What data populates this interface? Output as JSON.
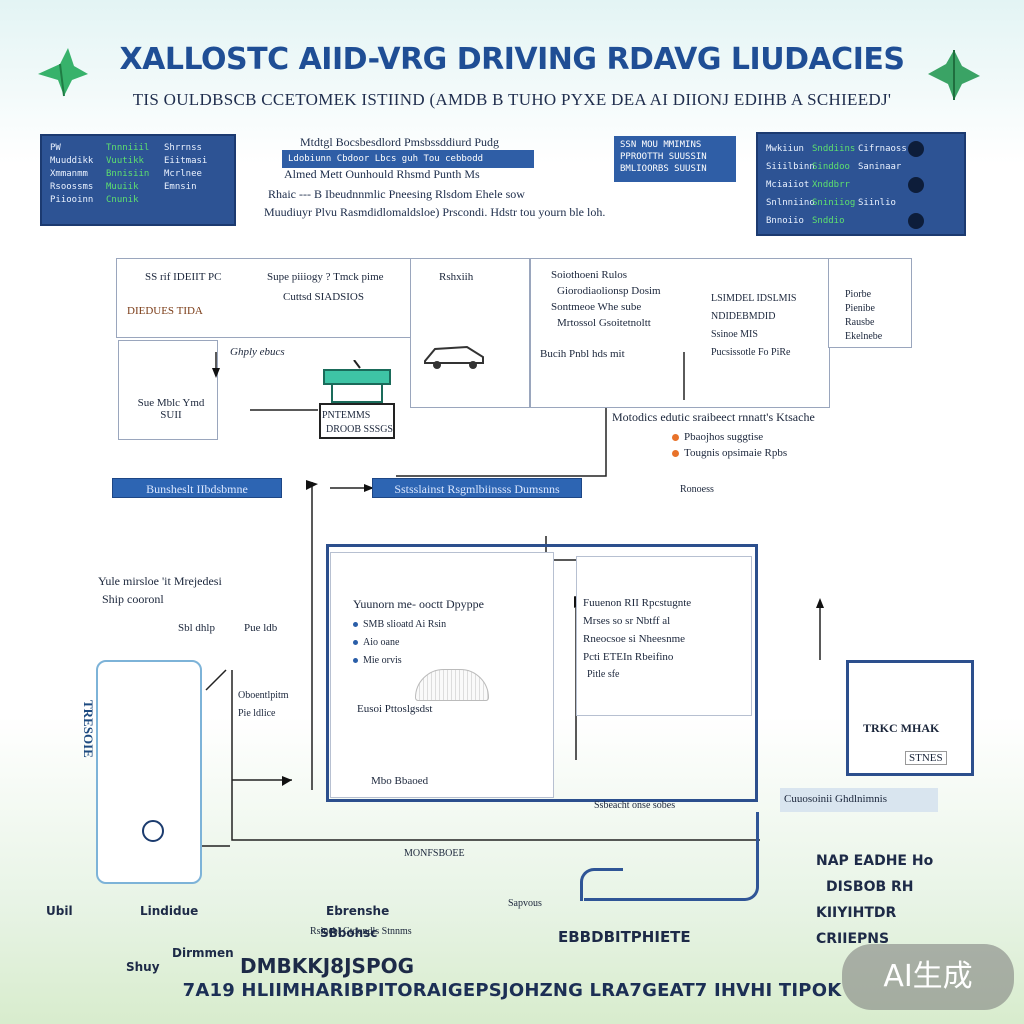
{
  "header": {
    "title": "XALLOSTC AIID-VRG DRIVING RDAVG LIUDACIES",
    "subtitle": "TIS OULDBSCB CCETOMEK ISTIIND (AMDB B TUHO PYXE DEA AI DIIONJ EDIHB A SCHIEEDJ'"
  },
  "top_panels": {
    "left": {
      "rows": [
        [
          "PW",
          "Tnnniiil",
          "Shrrnss"
        ],
        [
          "Muuddikk",
          "Vuutikk",
          "Eiitmasi"
        ],
        [
          "Xmmanmm",
          "Bnnisiin",
          "Mcrlnee"
        ],
        [
          "Rsoossms",
          "Muuiik",
          "Emnsin"
        ],
        [
          "Piiooinn",
          "Cnunik",
          ""
        ]
      ]
    },
    "center": {
      "bar1": "Mtdtgl Bocsbesdlord Pmsbssddiurd Pudg",
      "bar2": "Ldobiunn Cbdoor Lbcs guh Tou cebbodd",
      "bar3": "Almed  Mett Ounhould Rhsmd  Punth Ms",
      "line1": "Rhaic  ---   B Ibeudnnmlic  Pneesing Rlsdom  Ehele sow",
      "line2": "Muudiuyr Plvu  Rasmdidlomaldsloe) Prscondi. Hdstr  tou yourn  ble   loh."
    },
    "center_right": {
      "rows": [
        "SSN MOU MMIMINS",
        "PPROOTTH SUUSSIN",
        "BMLIOORBS SUUSIN"
      ]
    },
    "right": {
      "rows": [
        [
          "Mwkiiun",
          "Snddiins",
          "Cifrnaoss"
        ],
        [
          "Siiilbinn",
          "Sinddoo",
          "Saninaar"
        ],
        [
          "Mciaiiot",
          "Xnddbrr",
          ""
        ],
        [
          "Snlnniino",
          "Sniniiog",
          "Siinlio"
        ],
        [
          "Bnnoiio",
          "Snddio",
          ""
        ]
      ]
    }
  },
  "upper_flow": {
    "box1": {
      "line1": "SS rif IDEIIT PC",
      "line2": "DIEDUES TIDA",
      "tag": "Sue Mblc  Ymd SUII"
    },
    "box2": {
      "line1": "Supe piiiogy ? Tmck pime",
      "line2": "Cuttsd  SIADSIOS"
    },
    "box3": {
      "line1": "Rshxiih"
    },
    "box4": {
      "lines": [
        "Soiothoeni Rulos",
        "Giorodiaolionsp Dosim",
        "Sontmeoe   Whe sube",
        "Mrtossol   Gsoitetnoltt"
      ]
    },
    "box5": {
      "lines": [
        "LSIMDEL IDSLMIS",
        "NDIDEBMDID",
        "Ssinoe MIS",
        "Pucsissotle Fo PiRe"
      ]
    },
    "box6": {
      "lines": [
        "Piorbe",
        "Pienibe",
        "Rausbe",
        "Ekelnebe"
      ]
    },
    "arrow_label_1": "Ghply ebucs",
    "station": {
      "line1": "PNTEMMS",
      "line2": "DROOB SSSGS"
    },
    "mid_label": "Bucih Pnbl  hds mit",
    "legend": {
      "title": "Motodics  edutic   sraibeect  rnnatt's  Ktsache",
      "items": [
        "Pbaojhos suggtise",
        "Tougnis opsimaie  Rpbs"
      ],
      "colors": [
        "#e8722a",
        "#e8722a"
      ]
    },
    "note": "Ronoess"
  },
  "banners": {
    "left": "Bunsheslt IIbdsbmne",
    "right": "Sstsslainst Rsgmlbiinsss Dumsnns"
  },
  "lower_flow": {
    "caption1": "Yule mirsloe  'it Mrejedesi",
    "caption2": "Ship  cooronl",
    "col_a": "Sbl dhlp",
    "col_b": "Pue ldb",
    "side_note1": "Oboentlpitm",
    "side_note2": "Pie ldlice",
    "main_box": {
      "title": "Yuunorn me-   ooctt  Dpyppe",
      "items": [
        "SMB slioatd Ai  Rsin",
        "Aio oane",
        "Mie orvis"
      ],
      "bottom": "Eusoi  Pttoslgsdst",
      "footer": "Mbo  Bbaoed"
    },
    "right_box": {
      "items": [
        "Fuuenon  RII Rpcstugnte",
        "Mrses so sr Nbtff al",
        "Rneocsoe si  Nheesnme",
        "Pcti  ETEIn Rbeifino"
      ],
      "tag": "Pitle sfe"
    },
    "bottom_labels": [
      "Ssbeacht  onse sobes",
      "MONFSBOEE",
      "Sapvous",
      "Rsinebl Ctoondls  Stnnms"
    ],
    "left_vertical": "TRESOIE"
  },
  "right_side": {
    "card": {
      "line1": "TRKC MHAK",
      "line2": "STNES"
    },
    "label": "Cuuosoinii  Ghdlnimnis",
    "list": [
      "NAP EADHE Ho",
      "DISBOB RH",
      "KIIYIHTDR",
      "CRIIEPNS"
    ]
  },
  "bottom_area": {
    "labels": [
      "Ubil",
      "Lindidue",
      "Shuy",
      "Dirmmen",
      "Ebrenshe",
      "SBbohsc",
      "EBBDBITPHIETE"
    ],
    "left_line": "DMBKKJ8JSPOG",
    "footer_line": "7A19  HLIIMHARIBPITORAIGEPSJOHZNG LRA7GEAT7  IHVHI TIPOK"
  },
  "watermark": "AI生成"
}
